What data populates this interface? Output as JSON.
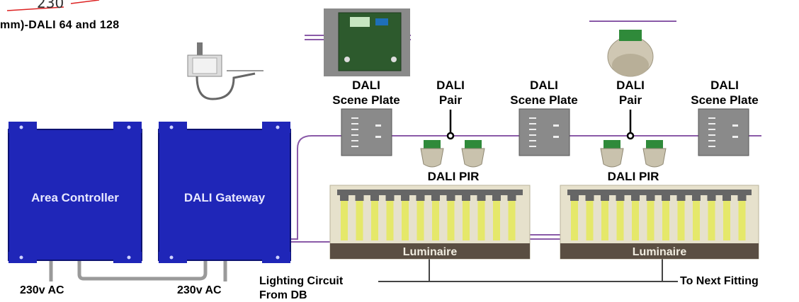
{
  "corner_note": "230",
  "heading": "mm)-DALI 64 and 128",
  "devices": {
    "scene_plate_1": {
      "line1": "DALI",
      "line2": "Scene Plate"
    },
    "pair_1": {
      "line1": "DALI",
      "line2": "Pair"
    },
    "scene_plate_2": {
      "line1": "DALI",
      "line2": "Scene Plate"
    },
    "pair_2": {
      "line1": "DALI",
      "line2": "Pair"
    },
    "scene_plate_3": {
      "line1": "DALI",
      "line2": "Scene Plate"
    },
    "pir_1": "DALI PIR",
    "pir_2": "DALI PIR"
  },
  "boxes": {
    "area_controller": "Area Controller",
    "dali_gateway": "DALI Gateway"
  },
  "luminaires": [
    "Luminaire",
    "Luminaire"
  ],
  "supply": [
    "230v AC",
    "230v AC"
  ],
  "lighting_circuit": {
    "line1": "Lighting Circuit",
    "line2": "From DB"
  },
  "next_fitting": "To Next Fitting",
  "colors": {
    "box_blue": "#1f26b8",
    "wire_purple": "#8a5aa8",
    "panel_grey": "#8a8a8a",
    "luminaire_cream": "#e6e1cc",
    "lamp_yellow": "#e5e86a",
    "sensor_green": "#2f8a3a"
  }
}
